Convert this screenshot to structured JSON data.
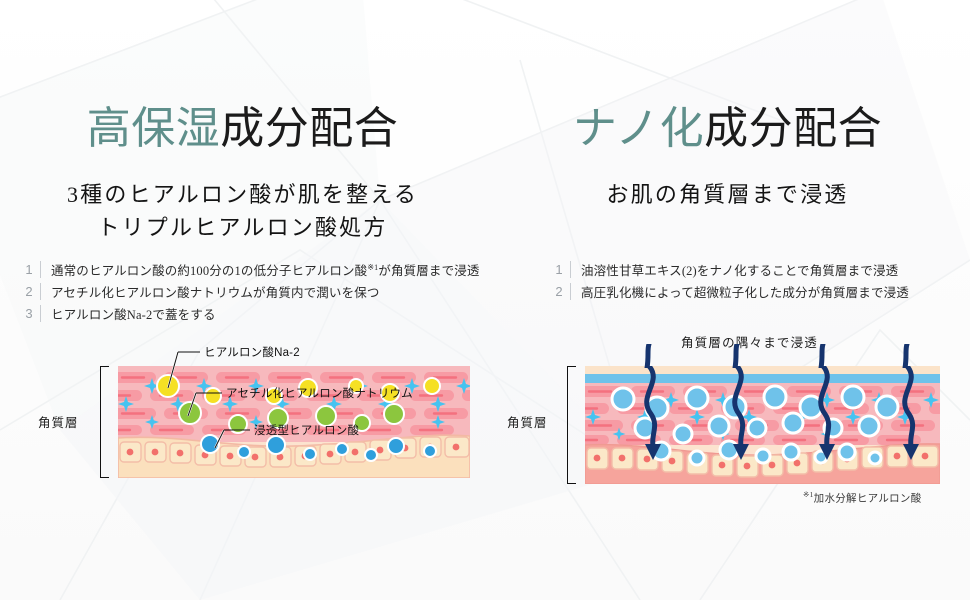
{
  "background": {
    "base_color": "#fcfcfc",
    "texture_color": "#f1f3f4"
  },
  "accent_color": "#5f8f8b",
  "panels": {
    "left": {
      "heading_accent": "高保湿",
      "heading_rest": "成分配合",
      "subtitle_line1": "3種のヒアルロン酸が肌を整える",
      "subtitle_line2": "トリプルヒアルロン酸処方",
      "list": [
        {
          "num": "1",
          "text": "通常のヒアルロン酸の約100分の1の低分子ヒアルロン酸",
          "sup": "※1",
          "text_tail": "が角質層まで浸透"
        },
        {
          "num": "2",
          "text": "アセチル化ヒアルロン酸ナトリウムが角質内で潤いを保つ",
          "sup": "",
          "text_tail": ""
        },
        {
          "num": "3",
          "text": "ヒアルロン酸Na-2で蓋をする",
          "sup": "",
          "text_tail": ""
        }
      ],
      "diagram": {
        "layer_label": "角質層",
        "callouts": [
          {
            "label": "ヒアルロン酸Na-2",
            "color": "#f5e024"
          },
          {
            "label": "アセチル化ヒアルロン酸ナトリウム",
            "color": "#8cc63e"
          },
          {
            "label": "浸透型ヒアルロン酸",
            "color": "#3aa0e0"
          }
        ]
      }
    },
    "right": {
      "heading_accent": "ナノ化",
      "heading_rest": "成分配合",
      "subtitle_line1": "お肌の角質層まで浸透",
      "subtitle_line2": "",
      "list": [
        {
          "num": "1",
          "text": "油溶性甘草エキス(2)をナノ化することで角質層まで浸透",
          "sup": "",
          "text_tail": ""
        },
        {
          "num": "2",
          "text": "高圧乳化機によって超微粒子化した成分が角質層まで浸透",
          "sup": "",
          "text_tail": ""
        }
      ],
      "diagram": {
        "top_label": "角質層の隅々まで浸透",
        "layer_label": "角質層",
        "arrow_color": "#16346e",
        "particle_color": "#6fc2ea"
      },
      "footnote_sup": "※1",
      "footnote_text": "加水分解ヒアルロン酸"
    }
  }
}
